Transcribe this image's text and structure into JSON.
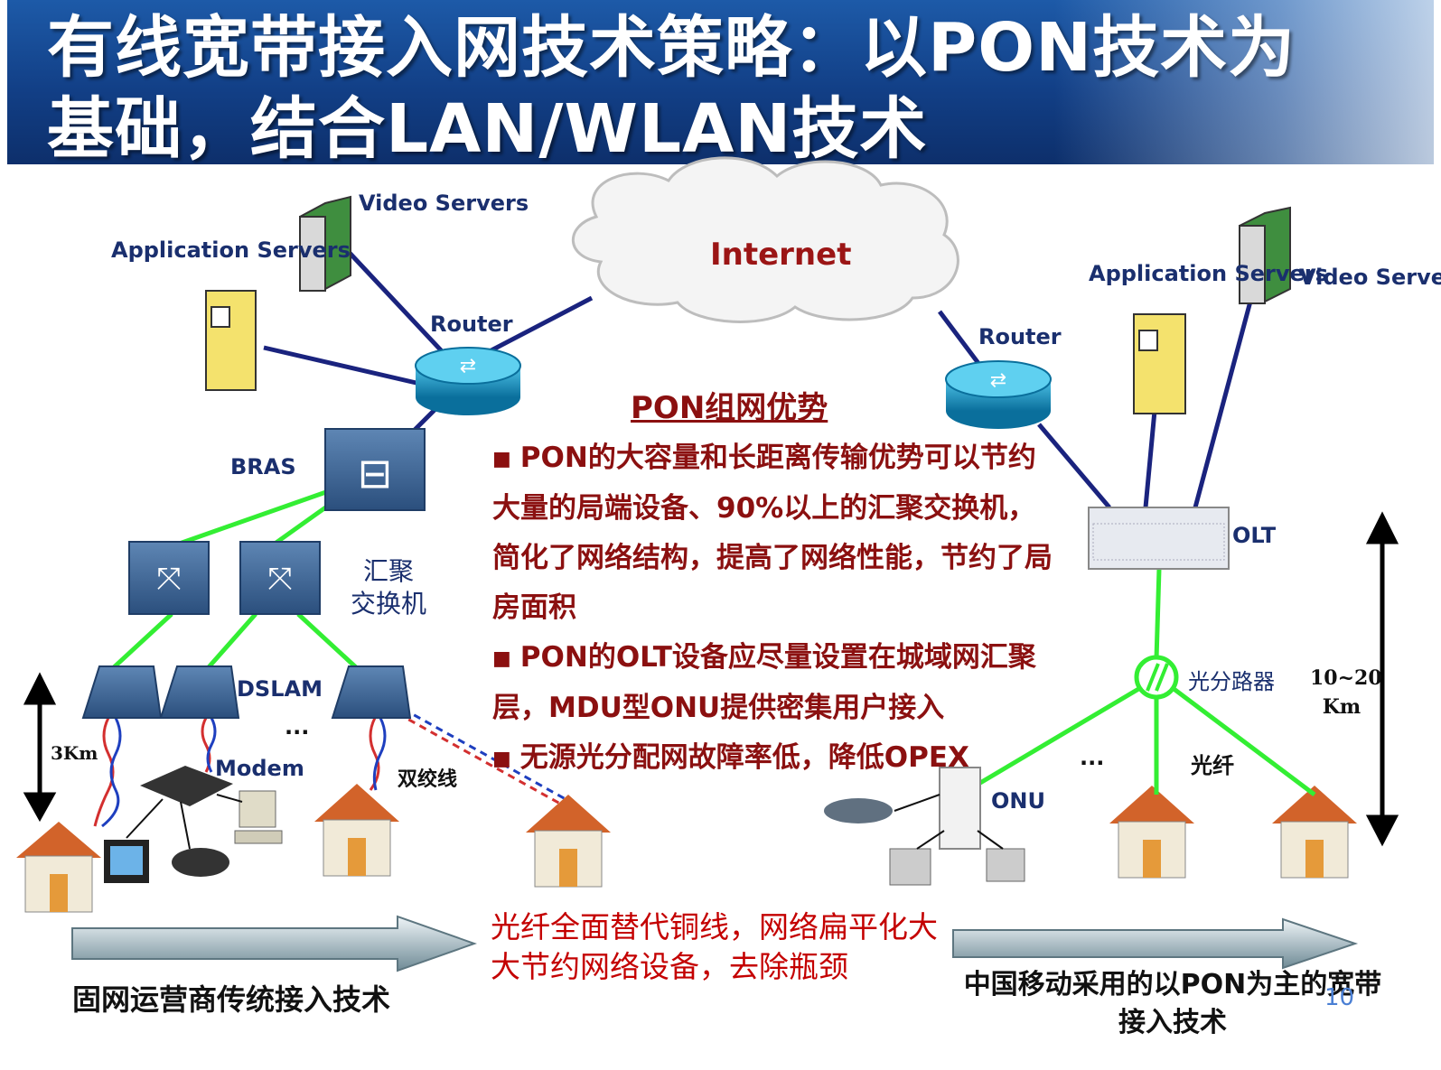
{
  "title": "有线宽带接入网技术策略：以PON技术为基础，结合LAN/WLAN技术",
  "cloud_label": "Internet",
  "left": {
    "video_servers": "Video Servers",
    "app_servers": "Application Servers",
    "router": "Router",
    "bras": "BRAS",
    "agg_switch": "汇聚 交换机",
    "dslam": "DSLAM",
    "ellipsis": "...",
    "distance": "3Km",
    "modem": "Modem",
    "twisted_pair": "双绞线"
  },
  "right": {
    "app_servers": "Application Servers",
    "video_servers": "Video Servers",
    "router": "Router",
    "olt": "OLT",
    "splitter": "光分路器",
    "distance": "10~20 Km",
    "ellipsis": "...",
    "fiber": "光纤",
    "onu": "ONU"
  },
  "advantages": {
    "heading": "PON组网优势",
    "items": [
      "PON的大容量和长距离传输优势可以节约大量的局端设备、90%以上的汇聚交换机，简化了网络结构，提高了网络性能，节约了局房面积",
      "PON的OLT设备应尽量设置在城域网汇聚层，MDU型ONU提供密集用户接入",
      "无源光分配网故障率低，降低OPEX"
    ]
  },
  "fiber_replace": "光纤全面替代铜线，网络扁平化大大节约网络设备，去除瓶颈",
  "left_caption": "固网运营商传统接入技术",
  "right_caption": "中国移动采用的以PON为主的宽带接入技术",
  "page_number": "10",
  "colors": {
    "banner": "#123f86",
    "link": "#1a237e",
    "fiber": "#33ee33",
    "accent_red": "#8b1010",
    "arrow": "#607d8b"
  }
}
